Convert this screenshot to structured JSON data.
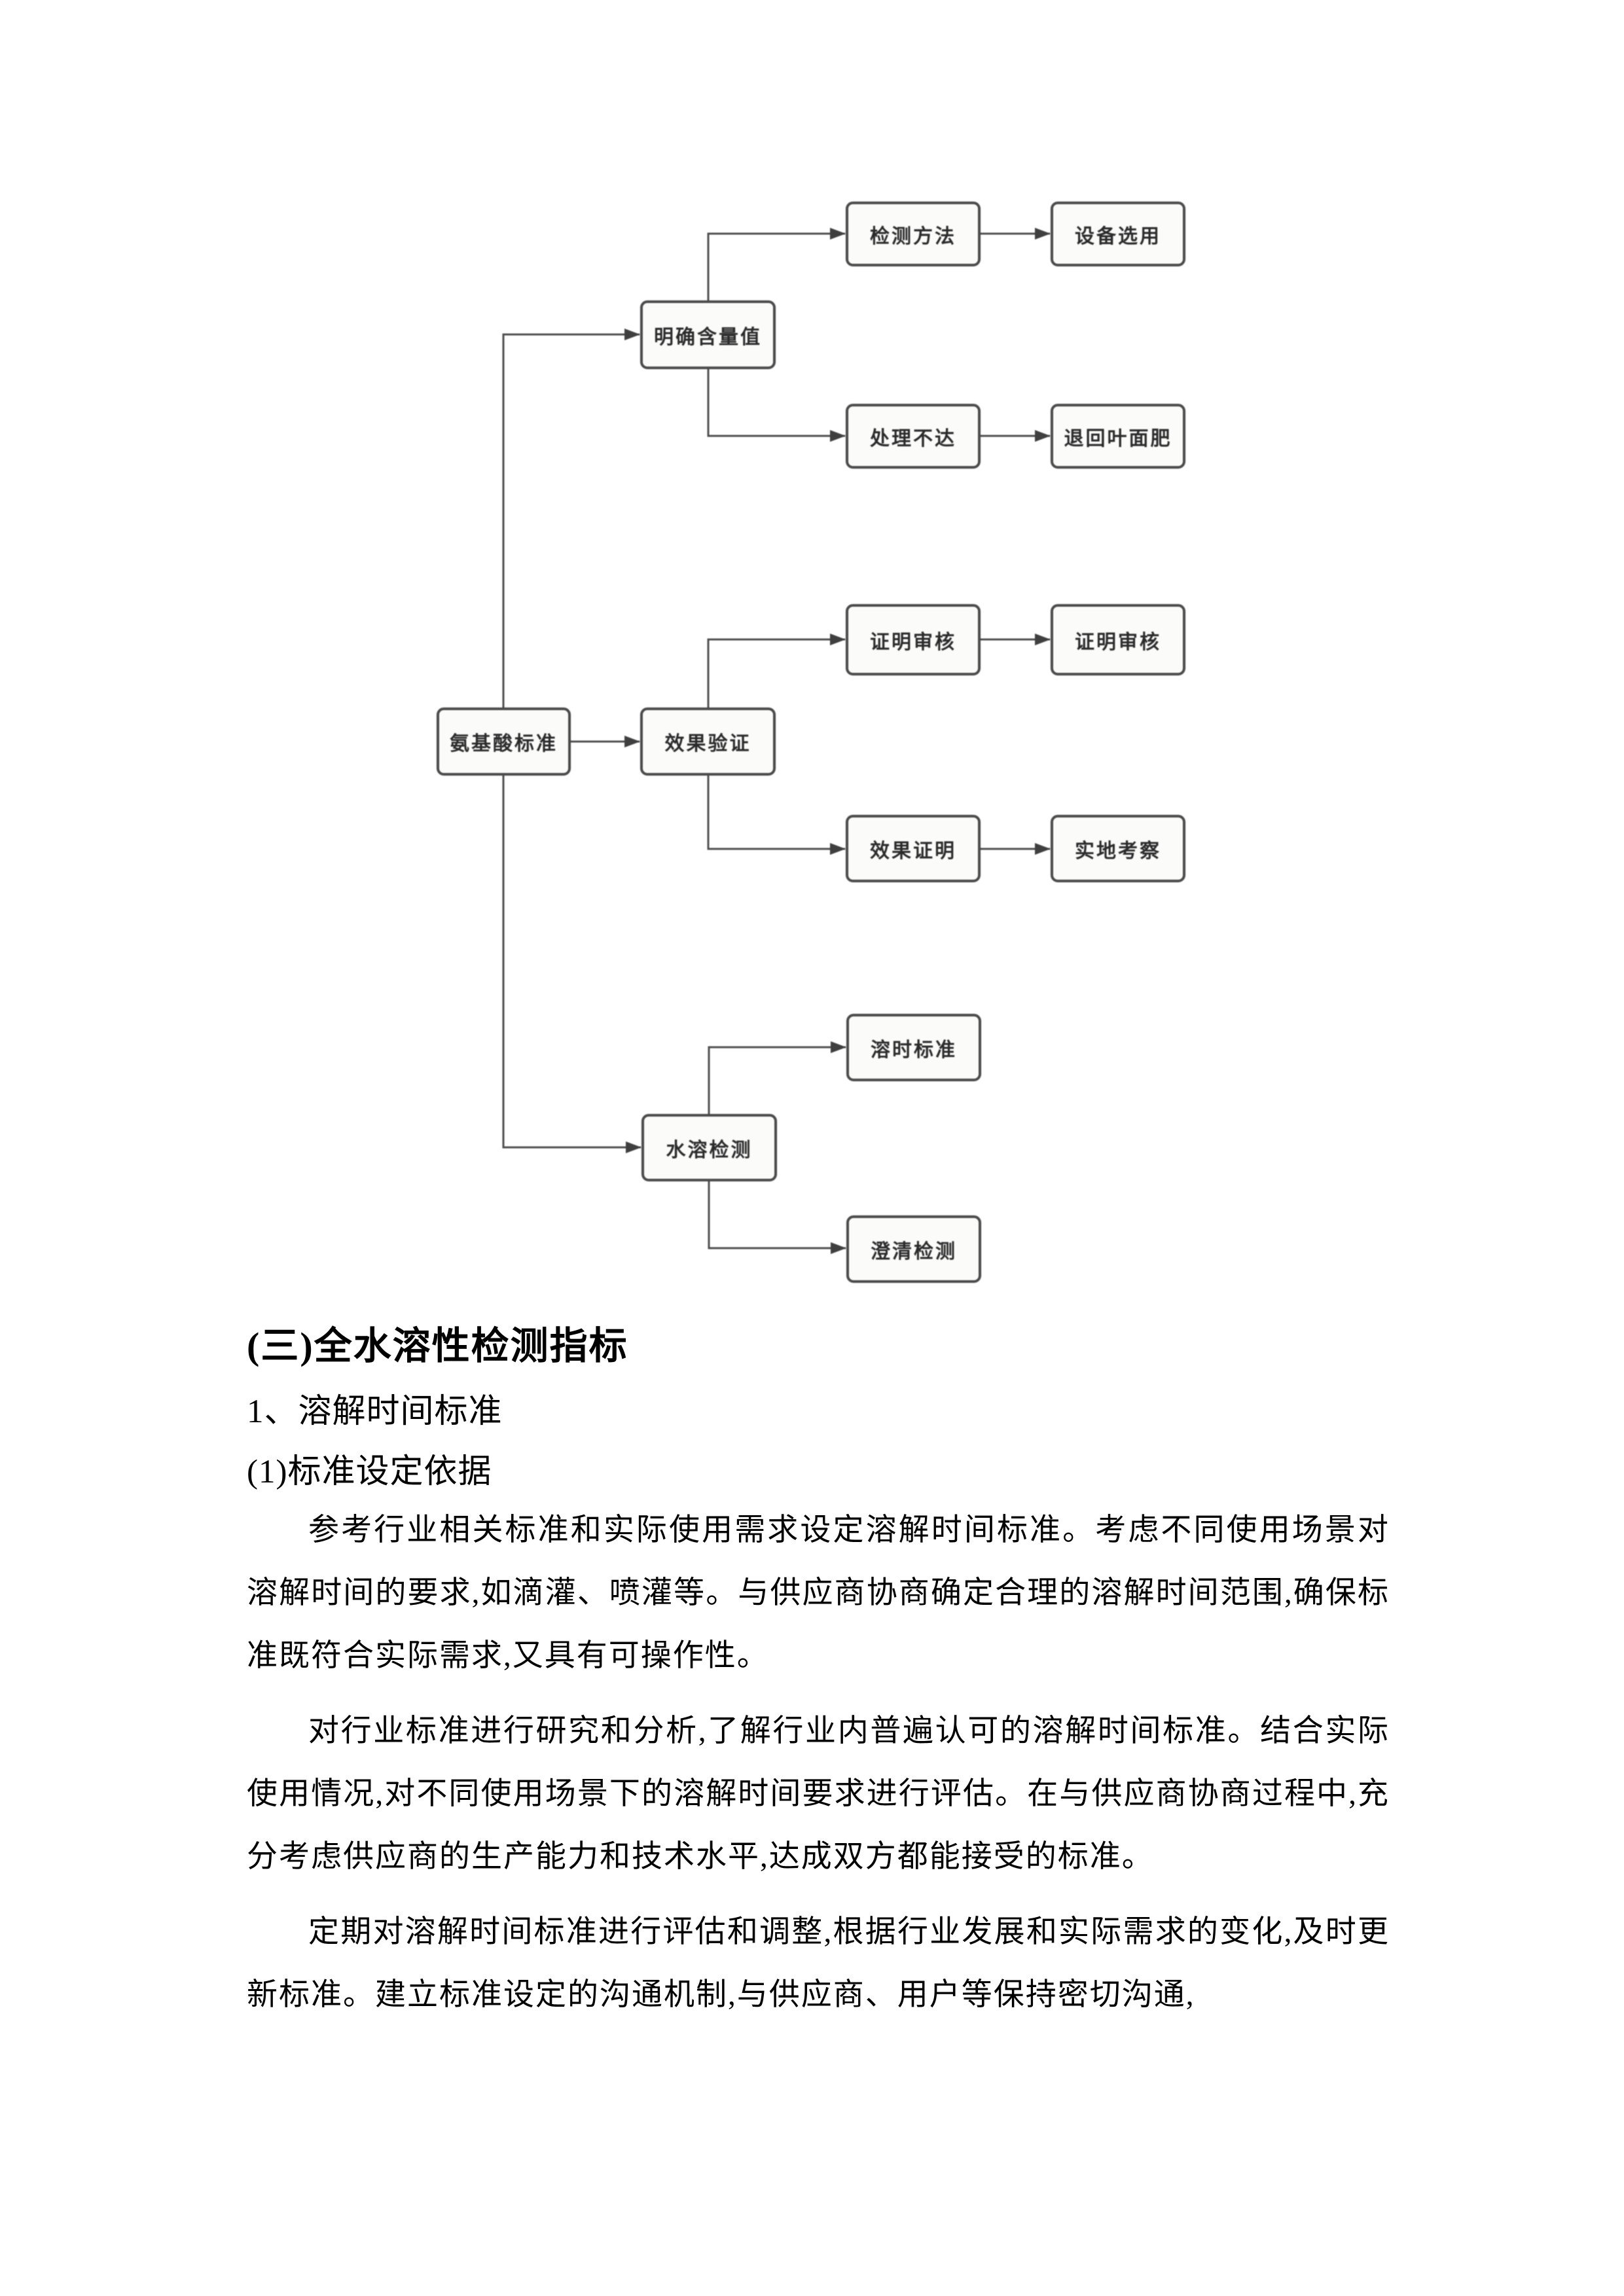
{
  "page": {
    "background_color": "#ffffff",
    "text_color": "#000000"
  },
  "flowchart": {
    "box_fill_color": "#fbfbfa",
    "box_border_color": "#4a4a4a",
    "connector_color": "#4d4d4d",
    "nodes": [
      {
        "id": "root",
        "label": "氨基酸标准"
      },
      {
        "id": "branch-content",
        "label": "明确含量值"
      },
      {
        "id": "branch-effect",
        "label": "效果验证"
      },
      {
        "id": "branch-solution",
        "label": "水溶检测"
      },
      {
        "id": "test-method",
        "label": "检测方法"
      },
      {
        "id": "equipment",
        "label": "设备选用"
      },
      {
        "id": "handle-fail",
        "label": "处理不达"
      },
      {
        "id": "return-fert",
        "label": "退回叶面肥"
      },
      {
        "id": "cert-review-1",
        "label": "证明审核"
      },
      {
        "id": "cert-review-2",
        "label": "证明审核"
      },
      {
        "id": "effect-proof",
        "label": "效果证明"
      },
      {
        "id": "field-visit",
        "label": "实地考察"
      },
      {
        "id": "dissolve-time",
        "label": "溶时标准"
      },
      {
        "id": "clarity-test",
        "label": "澄清检测"
      }
    ]
  },
  "document": {
    "section_heading": "(三)全水溶性检测指标",
    "subheading_1": "1、溶解时间标准",
    "subheading_2": "(1)标准设定依据",
    "paragraphs": [
      "参考行业相关标准和实际使用需求设定溶解时间标准。考虑不同使用场景对溶解时间的要求,如滴灌、喷灌等。与供应商协商确定合理的溶解时间范围,确保标准既符合实际需求,又具有可操作性。",
      "对行业标准进行研究和分析,了解行业内普遍认可的溶解时间标准。结合实际使用情况,对不同使用场景下的溶解时间要求进行评估。在与供应商协商过程中,充分考虑供应商的生产能力和技术水平,达成双方都能接受的标准。",
      "定期对溶解时间标准进行评估和调整,根据行业发展和实际需求的变化,及时更新标准。建立标准设定的沟通机制,与供应商、用户等保持密切沟通,"
    ]
  }
}
